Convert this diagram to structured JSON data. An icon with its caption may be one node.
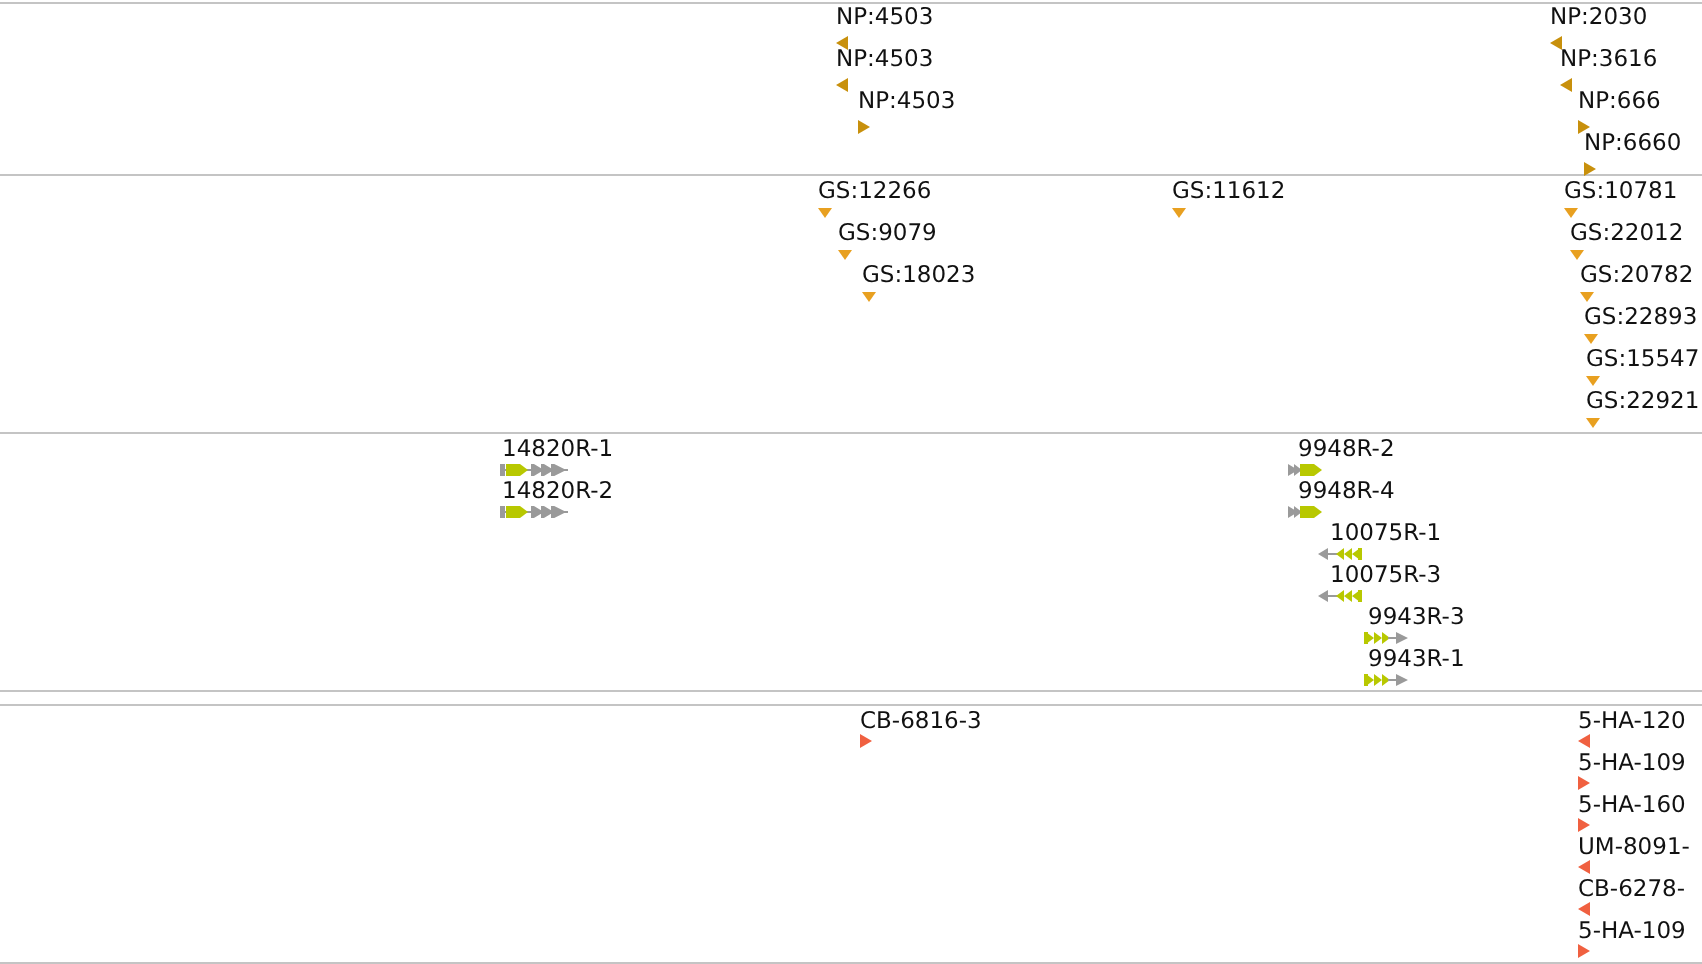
{
  "diagram": {
    "labels": [
      "NP:4503",
      "NP:4503",
      "NP:4503",
      "NP:2030",
      "NP:3616",
      "NP:666",
      "NP:6660",
      "GS:12266",
      "GS:9079",
      "GS:18023",
      "GS:11612",
      "GS:10781",
      "GS:22012",
      "GS:20782",
      "GS:22893",
      "GS:15547",
      "GS:22921",
      "14820R-1",
      "14820R-2",
      "9948R-2",
      "9948R-4",
      "10075R-1",
      "10075R-3",
      "9943R-3",
      "9943R-1",
      "CB-6816-3",
      "5-HA-120",
      "5-HA-109",
      "5-HA-160",
      "UM-8091-",
      "CB-6278-",
      "5-HA-109"
    ]
  }
}
